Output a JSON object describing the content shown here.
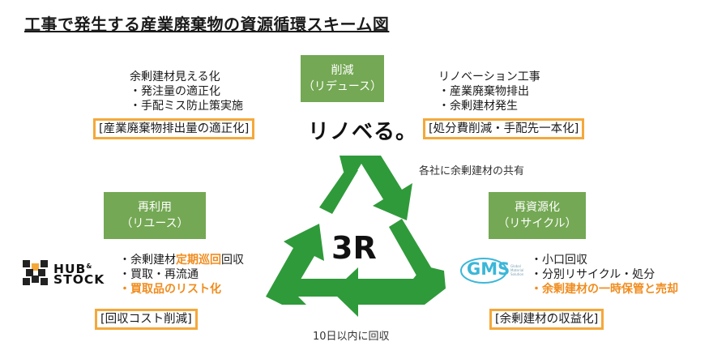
{
  "title": "工事で発生する産業廃棄物の資源循環スキーム図",
  "reduce": {
    "label": "削減",
    "sub": "（リデュース）",
    "left_heading": "余剰建材見える化",
    "left_items": [
      "・発注量の適正化",
      "・手配ミス防止策実施"
    ],
    "left_result": "[産業廃棄物排出量の適正化]",
    "right_heading": "リノベーション工事",
    "right_items": [
      "・産業廃棄物排出",
      "・余剰建材発生"
    ],
    "right_result": "[処分費削減・手配先一本化]"
  },
  "rinoberu_logo": "リノベる。",
  "share_note": "各社に余剰建材の共有",
  "center_label": "3R",
  "bottom_note": "10日以内に回収",
  "reuse": {
    "label": "再利用",
    "sub": "（リユース）",
    "item1_prefix": "・余剰建材",
    "item1_highlight": "定期巡回",
    "item1_suffix": "回収",
    "item2": "・買取・再流通",
    "item3": "・買取品のリスト化",
    "result": "[回収コスト削減]",
    "logo_line1": "HUB",
    "logo_amp": "&",
    "logo_line2": "STOCK"
  },
  "recycle": {
    "label": "再資源化",
    "sub": "（リサイクル）",
    "item1": "・小口回収",
    "item2": "・分別リサイクル・処分",
    "item3": "・余剰建材の一時保管と売却",
    "result": "[余剰建材の収益化]",
    "logo": "GMS",
    "logo_sub_1": "Global",
    "logo_sub_2": "Material",
    "logo_sub_3": "Solution"
  },
  "colors": {
    "green": "#74a854",
    "arrow_green": "#2f9a3a",
    "orange_border": "#f4a83a",
    "orange_text": "#f08c1e",
    "gms_blue": "#3bb7d8"
  }
}
